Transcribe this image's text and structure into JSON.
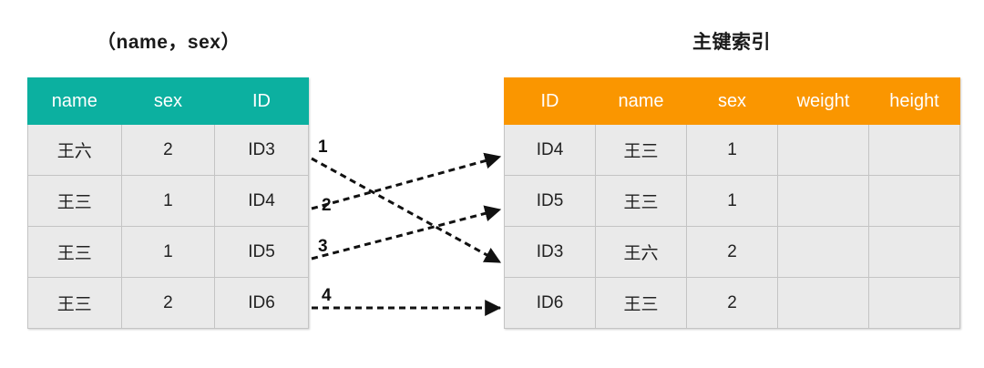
{
  "diagram": {
    "type": "index-mapping-diagram",
    "background_color": "#ffffff",
    "left": {
      "title": "（name，sex）",
      "header_color": "#0cb0a0",
      "columns": [
        "name",
        "sex",
        "ID"
      ],
      "rows": [
        [
          "王六",
          "2",
          "ID3"
        ],
        [
          "王三",
          "1",
          "ID4"
        ],
        [
          "王三",
          "1",
          "ID5"
        ],
        [
          "王三",
          "2",
          "ID6"
        ]
      ]
    },
    "right": {
      "title": "主键索引",
      "header_color": "#fa9600",
      "columns": [
        "ID",
        "name",
        "sex",
        "weight",
        "height"
      ],
      "rows": [
        [
          "ID4",
          "王三",
          "1",
          "",
          ""
        ],
        [
          "ID5",
          "王三",
          "1",
          "",
          ""
        ],
        [
          "ID3",
          "王六",
          "2",
          "",
          ""
        ],
        [
          "ID6",
          "王三",
          "2",
          "",
          ""
        ]
      ]
    },
    "arrows": {
      "style": "dashed-with-arrowhead",
      "color": "#111111",
      "labels": [
        "1",
        "2",
        "3",
        "4"
      ],
      "connections": [
        {
          "label": "1",
          "from_row": 1,
          "from_id": "ID3",
          "to_row": 3,
          "to_id": "ID3"
        },
        {
          "label": "2",
          "from_row": 2,
          "from_id": "ID4",
          "to_row": 1,
          "to_id": "ID4"
        },
        {
          "label": "3",
          "from_row": 3,
          "from_id": "ID5",
          "to_row": 2,
          "to_id": "ID5"
        },
        {
          "label": "4",
          "from_row": 4,
          "from_id": "ID6",
          "to_row": 4,
          "to_id": "ID6"
        }
      ]
    }
  }
}
